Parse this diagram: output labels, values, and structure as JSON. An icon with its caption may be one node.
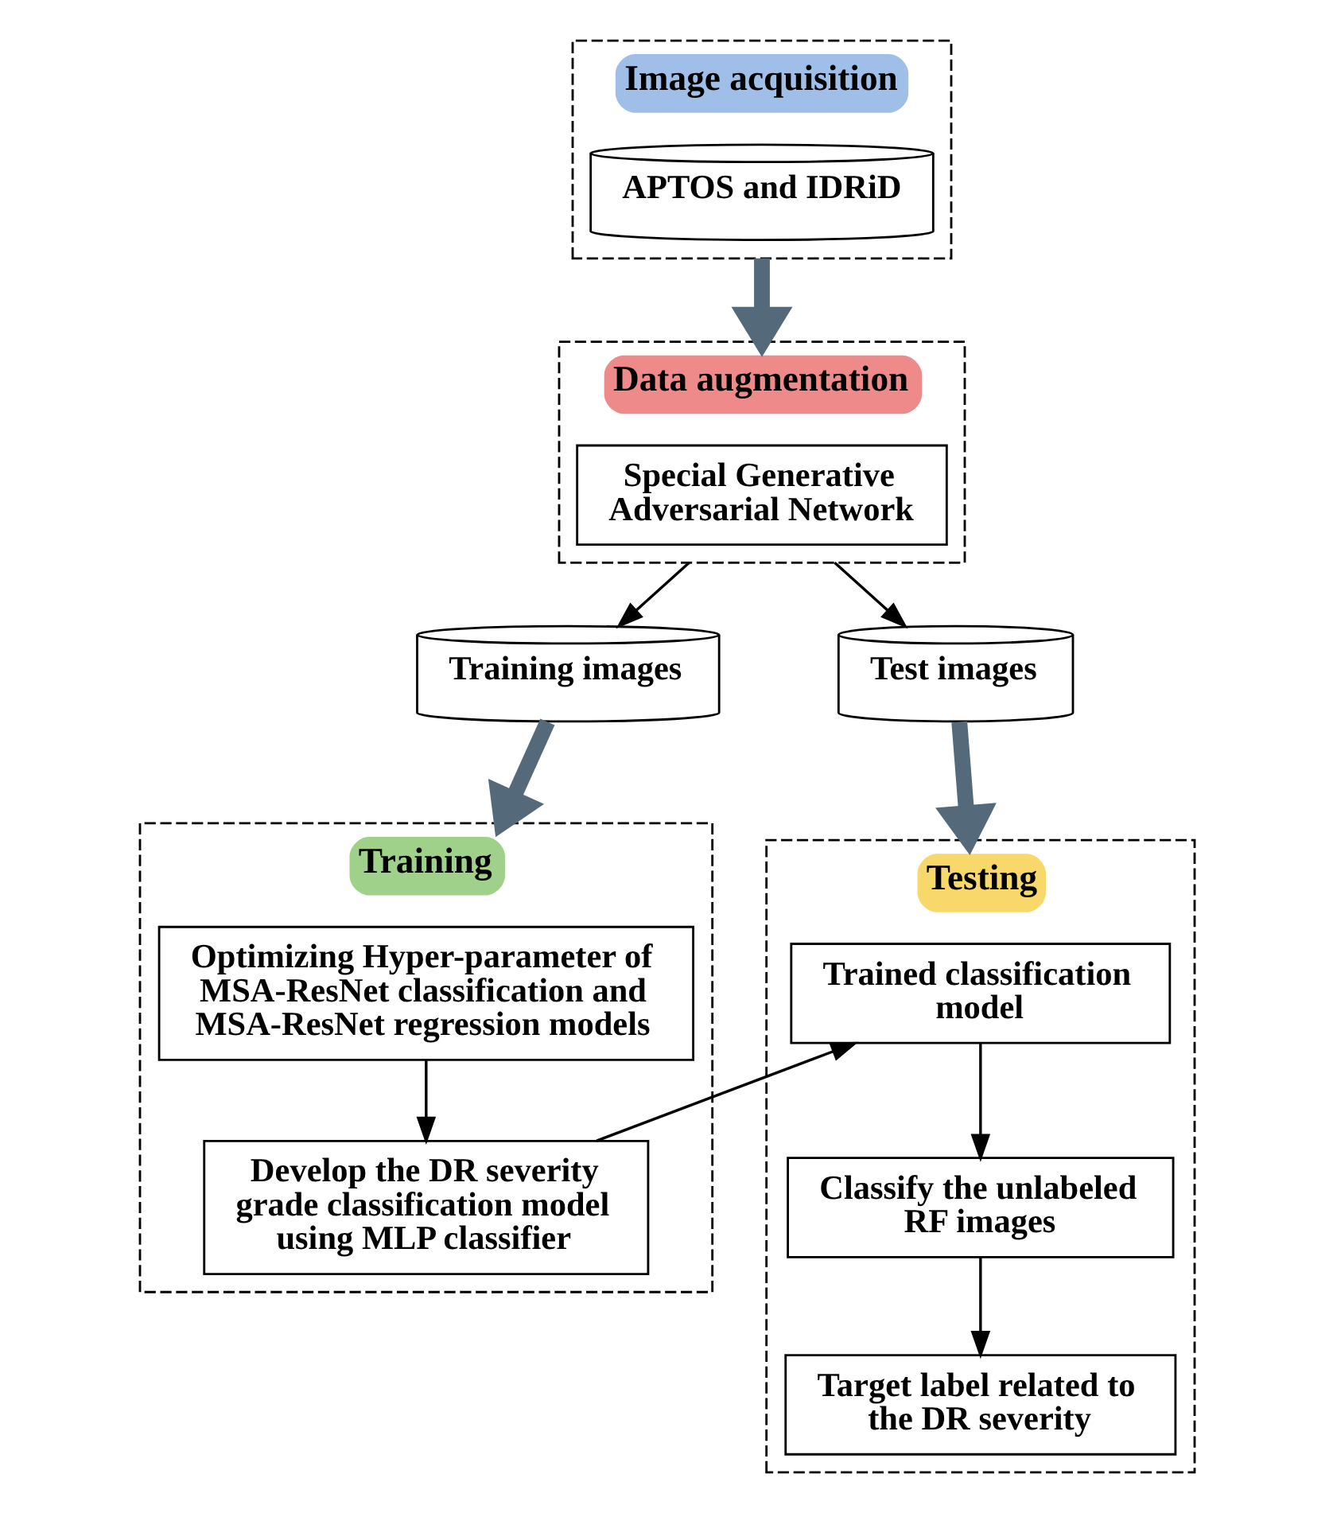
{
  "diagram": {
    "nodes": [
      {
        "text": [
          "Image acquisition"
        ]
      },
      {
        "text": [
          "APTOS and IDRiD"
        ],
        "in": 0
      },
      {
        "text": [
          "Data augmentation"
        ]
      },
      {
        "text": [
          "Special Generative Adversarial Network"
        ],
        "in": 2
      },
      {
        "text": [
          "Training images"
        ]
      },
      {
        "text": [
          "Test images"
        ]
      },
      {
        "text": [
          "Training"
        ]
      },
      {
        "text": [
          "Optimizing Hyper-parameter of MSA-ResNet classification and MSA-ResNet regression models"
        ],
        "in": 6
      },
      {
        "text": [
          "Develop the DR severity grade classification model using MLP classifier"
        ],
        "in": 6
      },
      {
        "text": [
          "Testing"
        ]
      },
      {
        "text": [
          "Trained classification model"
        ],
        "in": 9
      },
      {
        "text": [
          "Classify the unlabeled RF images"
        ],
        "in": 9
      },
      {
        "text": [
          "Target label related to the DR severity"
        ],
        "in": 9
      }
    ],
    "edges": [
      {
        "from": 0,
        "to": 2,
        "arrow": "to",
        "style": "thick",
        "color": "#546a7b"
      },
      {
        "from": 2,
        "to": 4,
        "arrow": "to"
      },
      {
        "from": 2,
        "to": 5,
        "arrow": "to"
      },
      {
        "from": 4,
        "to": 6,
        "arrow": "to",
        "style": "thick",
        "color": "#546a7b"
      },
      {
        "from": 5,
        "to": 9,
        "arrow": "to",
        "style": "thick",
        "color": "#546a7b"
      },
      {
        "from": 7,
        "to": 8,
        "arrow": "to"
      },
      {
        "from": 8,
        "to": 10,
        "arrow": "to"
      },
      {
        "from": 10,
        "to": 11,
        "arrow": "to"
      },
      {
        "from": 11,
        "to": 12,
        "arrow": "to"
      }
    ]
  }
}
